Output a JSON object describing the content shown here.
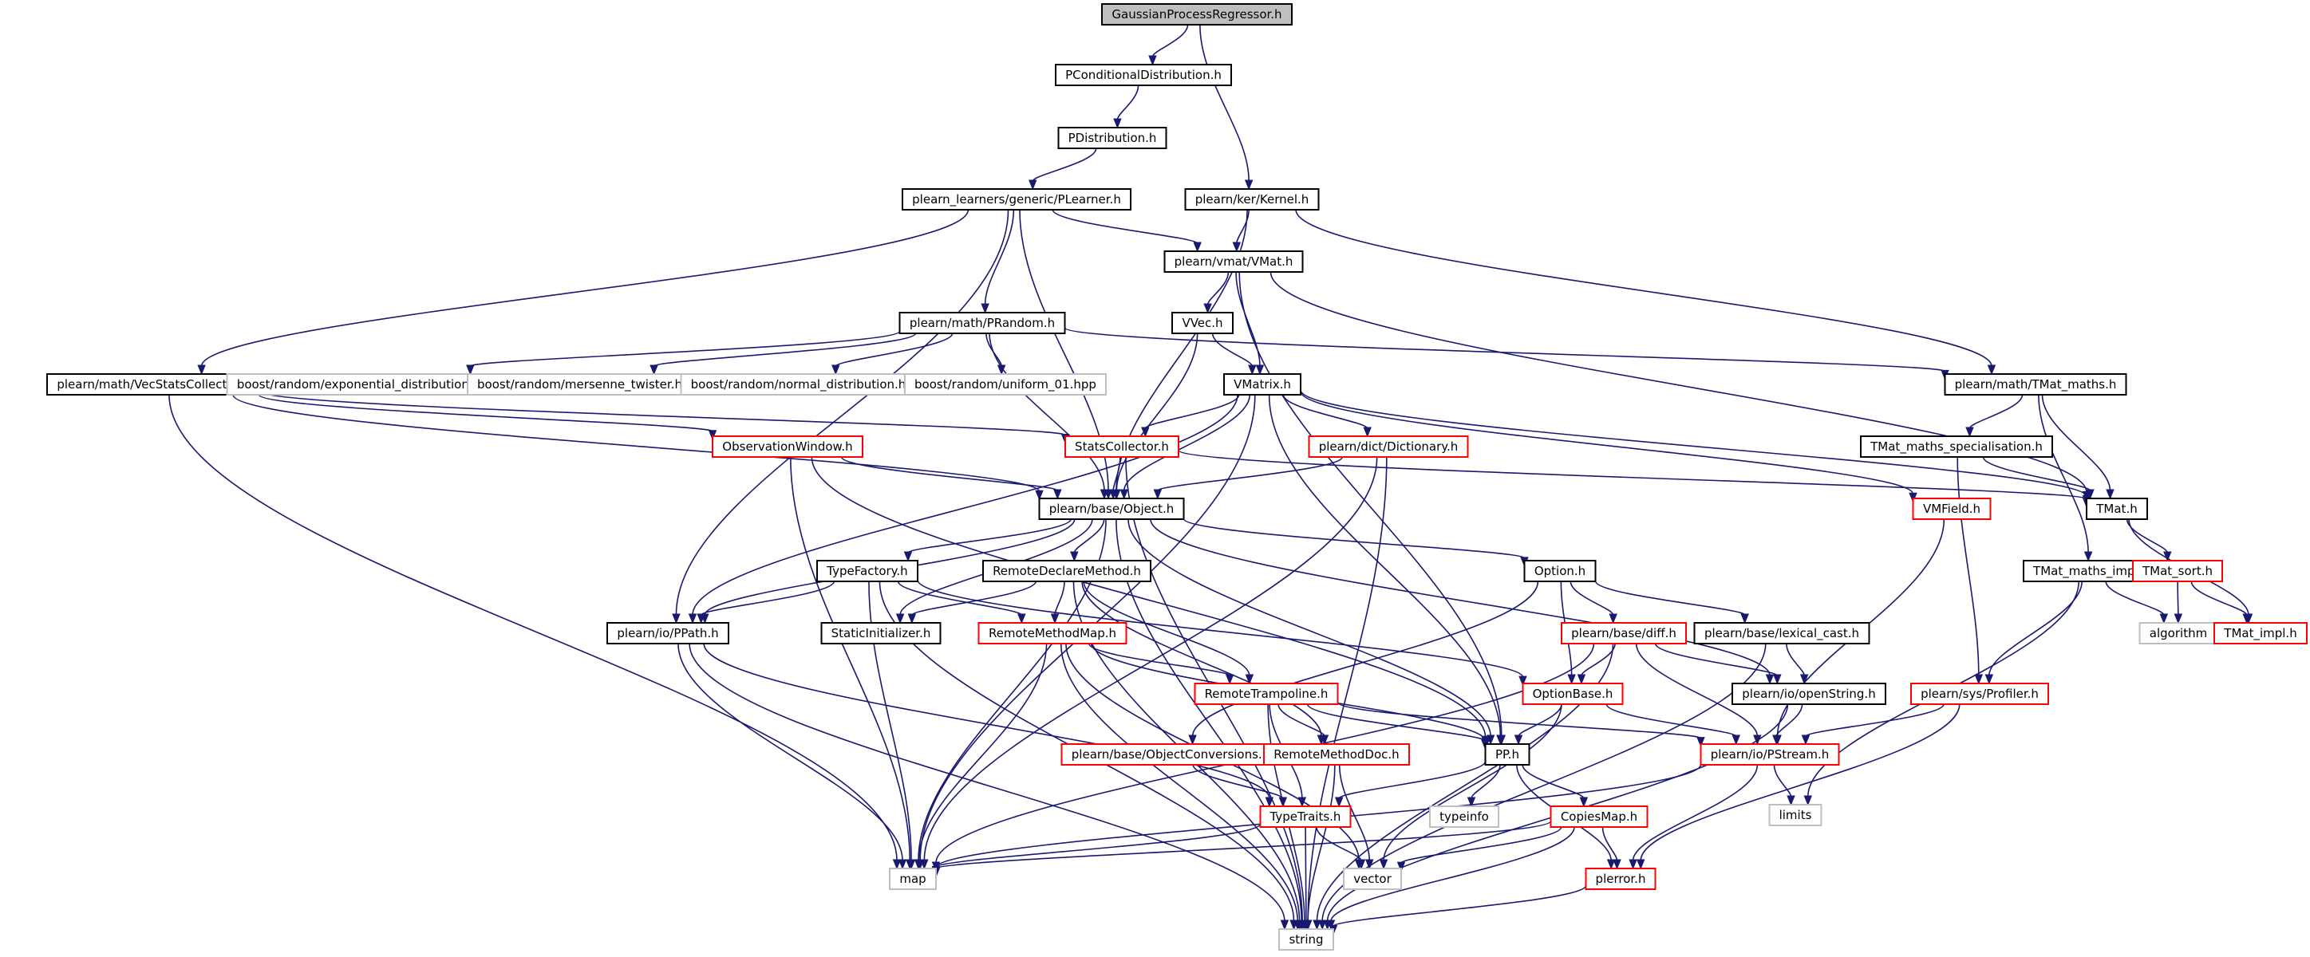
{
  "colors": {
    "edge": "#191970",
    "normal_border": "#000000",
    "truncated_border": "#ff0000",
    "external_border": "#bfbfbf",
    "root_fill": "#bfbfbf",
    "text": "#000000"
  },
  "nodes": [
    {
      "id": "gpr",
      "label": "GaussianProcessRegressor.h",
      "style": "root"
    },
    {
      "id": "pcond",
      "label": "PConditionalDistribution.h",
      "style": "normal"
    },
    {
      "id": "pdist",
      "label": "PDistribution.h",
      "style": "normal"
    },
    {
      "id": "plearner",
      "label": "plearn_learners/generic/PLearner.h",
      "style": "normal"
    },
    {
      "id": "kernel",
      "label": "plearn/ker/Kernel.h",
      "style": "normal"
    },
    {
      "id": "vmat",
      "label": "plearn/vmat/VMat.h",
      "style": "normal"
    },
    {
      "id": "prandom",
      "label": "plearn/math/PRandom.h",
      "style": "normal"
    },
    {
      "id": "vvec",
      "label": "VVec.h",
      "style": "normal"
    },
    {
      "id": "vecstats",
      "label": "plearn/math/VecStatsCollector.h",
      "style": "normal"
    },
    {
      "id": "exp",
      "label": "boost/random/exponential_distribution.hpp",
      "style": "external"
    },
    {
      "id": "mt",
      "label": "boost/random/mersenne_twister.hpp",
      "style": "external"
    },
    {
      "id": "normal",
      "label": "boost/random/normal_distribution.hpp",
      "style": "external"
    },
    {
      "id": "uniform",
      "label": "boost/random/uniform_01.hpp",
      "style": "external"
    },
    {
      "id": "vmatrix",
      "label": "VMatrix.h",
      "style": "normal"
    },
    {
      "id": "tmatmaths",
      "label": "plearn/math/TMat_maths.h",
      "style": "normal"
    },
    {
      "id": "obswin",
      "label": "ObservationWindow.h",
      "style": "truncated"
    },
    {
      "id": "statscol",
      "label": "StatsCollector.h",
      "style": "truncated"
    },
    {
      "id": "dict",
      "label": "plearn/dict/Dictionary.h",
      "style": "truncated"
    },
    {
      "id": "tmatspec",
      "label": "TMat_maths_specialisation.h",
      "style": "normal"
    },
    {
      "id": "object",
      "label": "plearn/base/Object.h",
      "style": "normal"
    },
    {
      "id": "vmfield",
      "label": "VMField.h",
      "style": "truncated"
    },
    {
      "id": "tmat",
      "label": "TMat.h",
      "style": "normal"
    },
    {
      "id": "typefactory",
      "label": "TypeFactory.h",
      "style": "normal"
    },
    {
      "id": "rdm",
      "label": "RemoteDeclareMethod.h",
      "style": "normal"
    },
    {
      "id": "option",
      "label": "Option.h",
      "style": "normal"
    },
    {
      "id": "tmatimpl",
      "label": "TMat_maths_impl.h",
      "style": "normal"
    },
    {
      "id": "tmatsort",
      "label": "TMat_sort.h",
      "style": "truncated"
    },
    {
      "id": "ppath",
      "label": "plearn/io/PPath.h",
      "style": "normal"
    },
    {
      "id": "staticinit",
      "label": "StaticInitializer.h",
      "style": "normal"
    },
    {
      "id": "rmm",
      "label": "RemoteMethodMap.h",
      "style": "truncated"
    },
    {
      "id": "diff",
      "label": "plearn/base/diff.h",
      "style": "truncated"
    },
    {
      "id": "lexcast",
      "label": "plearn/base/lexical_cast.h",
      "style": "normal"
    },
    {
      "id": "algorithm",
      "label": "algorithm",
      "style": "external"
    },
    {
      "id": "tmat_impl",
      "label": "TMat_impl.h",
      "style": "truncated"
    },
    {
      "id": "optionbase",
      "label": "OptionBase.h",
      "style": "truncated"
    },
    {
      "id": "openstring",
      "label": "plearn/io/openString.h",
      "style": "normal"
    },
    {
      "id": "profiler",
      "label": "plearn/sys/Profiler.h",
      "style": "truncated"
    },
    {
      "id": "remotetramp",
      "label": "RemoteTrampoline.h",
      "style": "truncated"
    },
    {
      "id": "objconv",
      "label": "plearn/base/ObjectConversions.h",
      "style": "truncated"
    },
    {
      "id": "rmdoc",
      "label": "RemoteMethodDoc.h",
      "style": "truncated"
    },
    {
      "id": "pp",
      "label": "PP.h",
      "style": "normal"
    },
    {
      "id": "pstream",
      "label": "plearn/io/PStream.h",
      "style": "truncated"
    },
    {
      "id": "limits",
      "label": "limits",
      "style": "external"
    },
    {
      "id": "typetraits",
      "label": "TypeTraits.h",
      "style": "truncated"
    },
    {
      "id": "typeinfo",
      "label": "typeinfo",
      "style": "external"
    },
    {
      "id": "copiesmap",
      "label": "CopiesMap.h",
      "style": "truncated"
    },
    {
      "id": "map",
      "label": "map",
      "style": "external"
    },
    {
      "id": "vector",
      "label": "vector",
      "style": "external"
    },
    {
      "id": "perror",
      "label": "plerror.h",
      "style": "truncated"
    },
    {
      "id": "string",
      "label": "string",
      "style": "external"
    }
  ],
  "edges": [
    [
      "gpr",
      "pcond"
    ],
    [
      "gpr",
      "kernel"
    ],
    [
      "pcond",
      "pdist"
    ],
    [
      "pdist",
      "plearner"
    ],
    [
      "plearner",
      "vmat"
    ],
    [
      "plearner",
      "prandom"
    ],
    [
      "plearner",
      "vecstats"
    ],
    [
      "plearner",
      "object"
    ],
    [
      "plearner",
      "ppath"
    ],
    [
      "kernel",
      "vmat"
    ],
    [
      "kernel",
      "object"
    ],
    [
      "kernel",
      "tmatmaths"
    ],
    [
      "vmat",
      "vvec"
    ],
    [
      "vmat",
      "vmatrix"
    ],
    [
      "vmat",
      "tmat"
    ],
    [
      "vmat",
      "pp"
    ],
    [
      "vvec",
      "vmatrix"
    ],
    [
      "vvec",
      "object"
    ],
    [
      "prandom",
      "exp"
    ],
    [
      "prandom",
      "mt"
    ],
    [
      "prandom",
      "normal"
    ],
    [
      "prandom",
      "uniform"
    ],
    [
      "prandom",
      "object"
    ],
    [
      "prandom",
      "tmatmaths"
    ],
    [
      "vecstats",
      "obswin"
    ],
    [
      "vecstats",
      "statscol"
    ],
    [
      "vecstats",
      "object"
    ],
    [
      "vecstats",
      "map"
    ],
    [
      "vmatrix",
      "statscol"
    ],
    [
      "vmatrix",
      "dict"
    ],
    [
      "vmatrix",
      "object"
    ],
    [
      "vmatrix",
      "vmfield"
    ],
    [
      "vmatrix",
      "tmat"
    ],
    [
      "vmatrix",
      "ppath"
    ],
    [
      "vmatrix",
      "map"
    ],
    [
      "vmatrix",
      "pp"
    ],
    [
      "tmatmaths",
      "tmatspec"
    ],
    [
      "tmatmaths",
      "tmat"
    ],
    [
      "tmatmaths",
      "tmatimpl"
    ],
    [
      "obswin",
      "object"
    ],
    [
      "obswin",
      "map"
    ],
    [
      "obswin",
      "pp"
    ],
    [
      "statscol",
      "object"
    ],
    [
      "statscol",
      "tmat"
    ],
    [
      "statscol",
      "string"
    ],
    [
      "dict",
      "object"
    ],
    [
      "dict",
      "map"
    ],
    [
      "dict",
      "string"
    ],
    [
      "tmatspec",
      "tmat"
    ],
    [
      "tmatspec",
      "profiler"
    ],
    [
      "object",
      "typefactory"
    ],
    [
      "object",
      "rdm"
    ],
    [
      "object",
      "option"
    ],
    [
      "object",
      "staticinit"
    ],
    [
      "object",
      "ppath"
    ],
    [
      "object",
      "map"
    ],
    [
      "object",
      "pp"
    ],
    [
      "object",
      "openstring"
    ],
    [
      "object",
      "string"
    ],
    [
      "vmfield",
      "pstream"
    ],
    [
      "tmat",
      "tmatsort"
    ],
    [
      "tmat",
      "tmat_impl"
    ],
    [
      "typefactory",
      "ppath"
    ],
    [
      "typefactory",
      "rmm"
    ],
    [
      "typefactory",
      "optionbase"
    ],
    [
      "typefactory",
      "map"
    ],
    [
      "typefactory",
      "string"
    ],
    [
      "rdm",
      "staticinit"
    ],
    [
      "rdm",
      "rmm"
    ],
    [
      "rdm",
      "remotetramp"
    ],
    [
      "rdm",
      "rmdoc"
    ],
    [
      "rdm",
      "string"
    ],
    [
      "option",
      "diff"
    ],
    [
      "option",
      "lexcast"
    ],
    [
      "option",
      "optionbase"
    ],
    [
      "option",
      "objconv"
    ],
    [
      "tmatimpl",
      "algorithm"
    ],
    [
      "tmatimpl",
      "profiler"
    ],
    [
      "tmatimpl",
      "limits"
    ],
    [
      "tmatsort",
      "algorithm"
    ],
    [
      "tmatsort",
      "tmat_impl"
    ],
    [
      "ppath",
      "typetraits"
    ],
    [
      "ppath",
      "map"
    ],
    [
      "ppath",
      "string"
    ],
    [
      "rmm",
      "remotetramp"
    ],
    [
      "rmm",
      "pp"
    ],
    [
      "rmm",
      "map"
    ],
    [
      "rmm",
      "vector"
    ],
    [
      "rmm",
      "string"
    ],
    [
      "diff",
      "optionbase"
    ],
    [
      "diff",
      "openstring"
    ],
    [
      "diff",
      "pstream"
    ],
    [
      "diff",
      "map"
    ],
    [
      "diff",
      "string"
    ],
    [
      "lexcast",
      "openstring"
    ],
    [
      "lexcast",
      "string"
    ],
    [
      "optionbase",
      "pp"
    ],
    [
      "optionbase",
      "pstream"
    ],
    [
      "optionbase",
      "vector"
    ],
    [
      "openstring",
      "pstream"
    ],
    [
      "openstring",
      "string"
    ],
    [
      "profiler",
      "pstream"
    ],
    [
      "profiler",
      "perror"
    ],
    [
      "remotetramp",
      "rmdoc"
    ],
    [
      "remotetramp",
      "pp"
    ],
    [
      "remotetramp",
      "pstream"
    ],
    [
      "remotetramp",
      "typetraits"
    ],
    [
      "remotetramp",
      "string"
    ],
    [
      "objconv",
      "typetraits"
    ],
    [
      "rmdoc",
      "vector"
    ],
    [
      "rmdoc",
      "string"
    ],
    [
      "pp",
      "typetraits"
    ],
    [
      "pp",
      "typeinfo"
    ],
    [
      "pp",
      "copiesmap"
    ],
    [
      "pp",
      "perror"
    ],
    [
      "pstream",
      "limits"
    ],
    [
      "pstream",
      "perror"
    ],
    [
      "pstream",
      "map"
    ],
    [
      "typetraits",
      "map"
    ],
    [
      "typetraits",
      "vector"
    ],
    [
      "typetraits",
      "string"
    ],
    [
      "copiesmap",
      "map"
    ],
    [
      "copiesmap",
      "vector"
    ],
    [
      "copiesmap",
      "perror"
    ],
    [
      "copiesmap",
      "string"
    ],
    [
      "perror",
      "string"
    ]
  ]
}
